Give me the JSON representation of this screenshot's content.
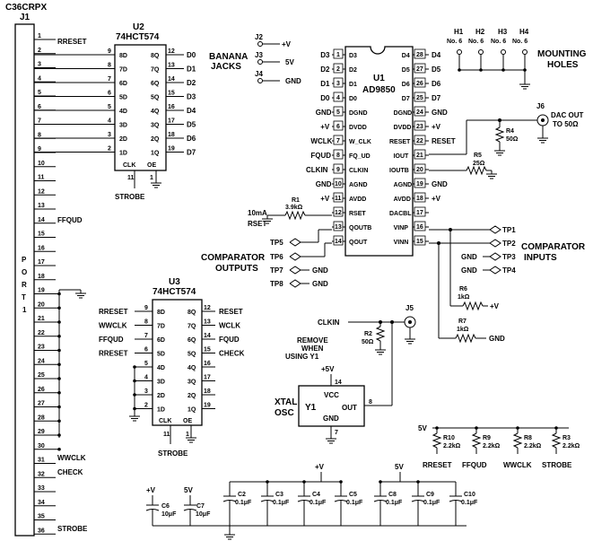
{
  "j1": {
    "title1": "C36CRPX",
    "title2": "J1",
    "port_letters": [
      "P",
      "O",
      "R",
      "T"
    ],
    "port_num": "1",
    "pins": [
      "1",
      "2",
      "3",
      "4",
      "5",
      "6",
      "7",
      "8",
      "9",
      "10",
      "11",
      "12",
      "13",
      "14",
      "15",
      "16",
      "17",
      "18",
      "19",
      "20",
      "21",
      "22",
      "23",
      "24",
      "25",
      "26",
      "27",
      "28",
      "29",
      "30",
      "31",
      "32",
      "33",
      "34",
      "35",
      "36"
    ],
    "labels": {
      "p1": "RRESET",
      "p14": "FFQUD",
      "p31": "WWCLK",
      "p32": "CHECK",
      "p36": "STROBE"
    }
  },
  "u2": {
    "ref": "U2",
    "part": "74HCT574",
    "in_pins": [
      "8D",
      "7D",
      "6D",
      "5D",
      "4D",
      "3D",
      "2D",
      "1D"
    ],
    "out_pins": [
      "8Q",
      "7Q",
      "6Q",
      "5Q",
      "4Q",
      "3Q",
      "2Q",
      "1Q"
    ],
    "in_nums": [
      "9",
      "8",
      "7",
      "6",
      "5",
      "4",
      "3",
      "2"
    ],
    "out_nums": [
      "12",
      "13",
      "14",
      "15",
      "16",
      "17",
      "18",
      "19"
    ],
    "out_labels": [
      "D0",
      "D1",
      "D2",
      "D3",
      "D4",
      "D5",
      "D6",
      "D7"
    ],
    "clk": "CLK",
    "oe": "OE",
    "clk_num": "11",
    "oe_num": "1",
    "strobe": "STROBE"
  },
  "jacks": {
    "title1": "BANANA",
    "title2": "JACKS",
    "refs": [
      "J2",
      "J3",
      "J4"
    ],
    "nets": [
      "+V",
      "5V",
      "GND"
    ]
  },
  "u1": {
    "ref": "U1",
    "part": "AD9850",
    "left": [
      {
        "num": "1",
        "pin": "D3",
        "net": "D3"
      },
      {
        "num": "2",
        "pin": "D2",
        "net": "D2"
      },
      {
        "num": "3",
        "pin": "D1",
        "net": "D1"
      },
      {
        "num": "4",
        "pin": "D0",
        "net": "D0"
      },
      {
        "num": "5",
        "pin": "DGND",
        "net": "GND"
      },
      {
        "num": "6",
        "pin": "DVDD",
        "net": "+V"
      },
      {
        "num": "7",
        "pin": "W_CLK",
        "net": "WCLK"
      },
      {
        "num": "8",
        "pin": "FQ_UD",
        "net": "FQUD"
      },
      {
        "num": "9",
        "pin": "CLKIN",
        "net": "CLKIN"
      },
      {
        "num": "10",
        "pin": "AGND",
        "net": "GND"
      },
      {
        "num": "11",
        "pin": "AVDD",
        "net": "+V"
      },
      {
        "num": "12",
        "pin": "RSET",
        "net": ""
      },
      {
        "num": "13",
        "pin": "QOUTB",
        "net": ""
      },
      {
        "num": "14",
        "pin": "QOUT",
        "net": ""
      }
    ],
    "right": [
      {
        "num": "28",
        "pin": "D4",
        "net": "D4"
      },
      {
        "num": "27",
        "pin": "D5",
        "net": "D5"
      },
      {
        "num": "26",
        "pin": "D6",
        "net": "D6"
      },
      {
        "num": "25",
        "pin": "D7",
        "net": "D7"
      },
      {
        "num": "24",
        "pin": "DGND",
        "net": "GND"
      },
      {
        "num": "23",
        "pin": "DVDD",
        "net": "+V"
      },
      {
        "num": "22",
        "pin": "RESET",
        "net": "RESET"
      },
      {
        "num": "21",
        "pin": "IOUT",
        "net": ""
      },
      {
        "num": "20",
        "pin": "IOUTB",
        "net": ""
      },
      {
        "num": "19",
        "pin": "AGND",
        "net": "GND"
      },
      {
        "num": "18",
        "pin": "AVDD",
        "net": "+V"
      },
      {
        "num": "17",
        "pin": "DACBL",
        "net": ""
      },
      {
        "num": "16",
        "pin": "VINP",
        "net": ""
      },
      {
        "num": "15",
        "pin": "VINN",
        "net": ""
      }
    ]
  },
  "mounting": {
    "holes": [
      {
        "ref": "H1",
        "spec": "No. 6"
      },
      {
        "ref": "H2",
        "spec": "No. 6"
      },
      {
        "ref": "H3",
        "spec": "No. 6"
      },
      {
        "ref": "H4",
        "spec": "No. 6"
      }
    ],
    "title1": "MOUNTING",
    "title2": "HOLES"
  },
  "dac_out": {
    "ref": "J6",
    "label1": "DAC OUT",
    "label2": "TO 50Ω"
  },
  "r4": {
    "ref": "R4",
    "value": "50Ω"
  },
  "r5": {
    "ref": "R5",
    "value": "25Ω"
  },
  "r1": {
    "ref": "R1",
    "value": "3.9kΩ",
    "note1": "10mA",
    "note2": "RSET"
  },
  "comp_out": {
    "title1": "COMPARATOR",
    "title2": "OUTPUTS",
    "tps": [
      "TP5",
      "TP6",
      "TP7",
      "TP8"
    ],
    "gnd": "GND"
  },
  "comp_in": {
    "title1": "COMPARATOR",
    "title2": "INPUTS",
    "tps": [
      "TP1",
      "TP2",
      "TP3",
      "TP4"
    ],
    "gnd": "GND"
  },
  "r6": {
    "ref": "R6",
    "value": "1kΩ",
    "net": "+V"
  },
  "r7": {
    "ref": "R7",
    "value": "1kΩ",
    "net": "GND"
  },
  "u3": {
    "ref": "U3",
    "part": "74HCT574",
    "in_pins": [
      "8D",
      "7D",
      "6D",
      "5D",
      "4D",
      "3D",
      "2D",
      "1D"
    ],
    "out_pins": [
      "8Q",
      "7Q",
      "6Q",
      "5Q",
      "4Q",
      "3Q",
      "2Q",
      "1Q"
    ],
    "in_nums": [
      "9",
      "8",
      "7",
      "6",
      "5",
      "4",
      "3",
      "2"
    ],
    "out_nums": [
      "12",
      "13",
      "14",
      "15",
      "16",
      "17",
      "18",
      "19"
    ],
    "in_labels": [
      "RRESET",
      "WWCLK",
      "FFQUD",
      "RRESET"
    ],
    "out_labels": [
      "RESET",
      "WCLK",
      "FQUD",
      "CHECK"
    ],
    "clk": "CLK",
    "oe": "OE",
    "clk_num": "11",
    "oe_num": "1",
    "strobe": "STROBE"
  },
  "clock": {
    "net": "CLKIN",
    "j5": "J5",
    "r2": "R2",
    "r2_value": "50Ω",
    "note1": "REMOVE",
    "note2": "WHEN",
    "note3": "USING Y1"
  },
  "xtal": {
    "title1": "XTAL",
    "title2": "OSC",
    "ref": "Y1",
    "vcc": "VCC",
    "gnd": "GND",
    "out": "OUT",
    "supply": "+5V",
    "pin_vcc": "14",
    "pin_gnd": "7",
    "pin_out": "8"
  },
  "pullups": {
    "rail": "5V",
    "items": [
      {
        "ref": "R10",
        "value": "2.2kΩ",
        "net": "RRESET"
      },
      {
        "ref": "R9",
        "value": "2.2kΩ",
        "net": "FFQUD"
      },
      {
        "ref": "R8",
        "value": "2.2kΩ",
        "net": "WWCLK"
      },
      {
        "ref": "R3",
        "value": "2.2kΩ",
        "net": "STROBE"
      }
    ]
  },
  "caps": {
    "pv": "+V",
    "v5": "5V",
    "c6": {
      "ref": "C6",
      "value": "10μF"
    },
    "c7": {
      "ref": "C7",
      "value": "10μF"
    },
    "small": [
      {
        "ref": "C2",
        "value": "0.1μF"
      },
      {
        "ref": "C3",
        "value": "0.1μF"
      },
      {
        "ref": "C4",
        "value": "0.1μF"
      },
      {
        "ref": "C5",
        "value": "0.1μF"
      },
      {
        "ref": "C8",
        "value": "0.1μF"
      },
      {
        "ref": "C9",
        "value": "0.1μF"
      },
      {
        "ref": "C10",
        "value": "0.1μF"
      }
    ]
  }
}
